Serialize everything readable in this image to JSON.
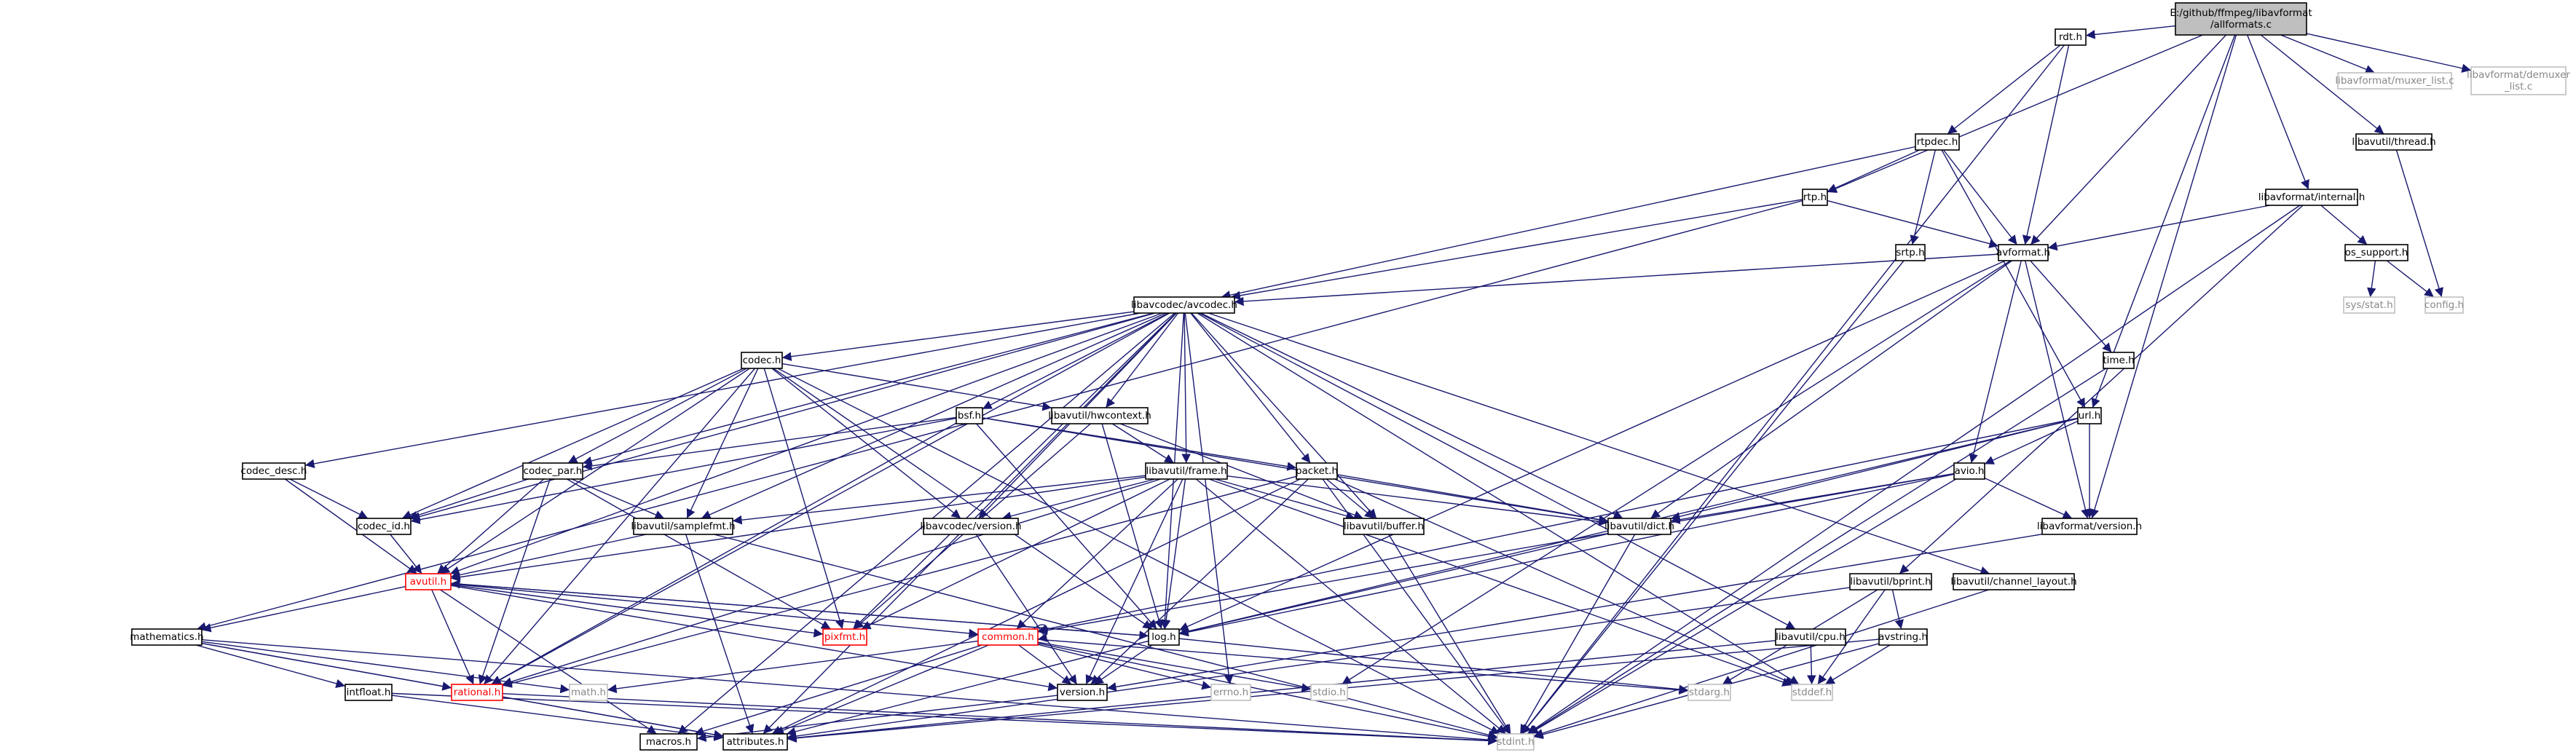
{
  "nodes": [
    {
      "id": "allformats",
      "lines": [
        "E:/github/ffmpeg/libavformat",
        "/allformats.c"
      ],
      "style": "root"
    },
    {
      "id": "rdt",
      "lines": [
        "rdt.h"
      ]
    },
    {
      "id": "muxer_list",
      "lines": [
        "libavformat/muxer_list.c"
      ],
      "style": "gray"
    },
    {
      "id": "demuxer_list",
      "lines": [
        "libavformat/demuxer",
        "_list.c"
      ],
      "style": "gray"
    },
    {
      "id": "rtpdec",
      "lines": [
        "rtpdec.h"
      ]
    },
    {
      "id": "thread",
      "lines": [
        "libavutil/thread.h"
      ]
    },
    {
      "id": "rtp",
      "lines": [
        "rtp.h"
      ]
    },
    {
      "id": "internal",
      "lines": [
        "libavformat/internal.h"
      ]
    },
    {
      "id": "srtp",
      "lines": [
        "srtp.h"
      ]
    },
    {
      "id": "avformat",
      "lines": [
        "avformat.h"
      ]
    },
    {
      "id": "os_support",
      "lines": [
        "os_support.h"
      ]
    },
    {
      "id": "sys_stat",
      "lines": [
        "sys/stat.h"
      ],
      "style": "gray"
    },
    {
      "id": "config",
      "lines": [
        "config.h"
      ],
      "style": "gray"
    },
    {
      "id": "avcodec",
      "lines": [
        "libavcodec/avcodec.h"
      ]
    },
    {
      "id": "time",
      "lines": [
        "time.h"
      ]
    },
    {
      "id": "codec",
      "lines": [
        "codec.h"
      ]
    },
    {
      "id": "url",
      "lines": [
        "url.h"
      ]
    },
    {
      "id": "bsf",
      "lines": [
        "bsf.h"
      ]
    },
    {
      "id": "hwcontext",
      "lines": [
        "libavutil/hwcontext.h"
      ]
    },
    {
      "id": "codec_desc",
      "lines": [
        "codec_desc.h"
      ]
    },
    {
      "id": "codec_par",
      "lines": [
        "codec_par.h"
      ]
    },
    {
      "id": "frame",
      "lines": [
        "libavutil/frame.h"
      ]
    },
    {
      "id": "packet",
      "lines": [
        "packet.h"
      ]
    },
    {
      "id": "avio",
      "lines": [
        "avio.h"
      ]
    },
    {
      "id": "codec_id",
      "lines": [
        "codec_id.h"
      ]
    },
    {
      "id": "samplefmt",
      "lines": [
        "libavutil/samplefmt.h"
      ]
    },
    {
      "id": "avc_version",
      "lines": [
        "libavcodec/version.h"
      ]
    },
    {
      "id": "buffer",
      "lines": [
        "libavutil/buffer.h"
      ]
    },
    {
      "id": "dict",
      "lines": [
        "libavutil/dict.h"
      ]
    },
    {
      "id": "avf_version",
      "lines": [
        "libavformat/version.h"
      ]
    },
    {
      "id": "avutil",
      "lines": [
        "avutil.h"
      ],
      "style": "red"
    },
    {
      "id": "bprint",
      "lines": [
        "libavutil/bprint.h"
      ]
    },
    {
      "id": "channel_layout",
      "lines": [
        "libavutil/channel_layout.h"
      ]
    },
    {
      "id": "mathematics",
      "lines": [
        "mathematics.h"
      ]
    },
    {
      "id": "pixfmt",
      "lines": [
        "pixfmt.h"
      ],
      "style": "red"
    },
    {
      "id": "common",
      "lines": [
        "common.h"
      ],
      "style": "red"
    },
    {
      "id": "log",
      "lines": [
        "log.h"
      ]
    },
    {
      "id": "cpu",
      "lines": [
        "libavutil/cpu.h"
      ]
    },
    {
      "id": "avstring",
      "lines": [
        "avstring.h"
      ]
    },
    {
      "id": "intfloat",
      "lines": [
        "intfloat.h"
      ]
    },
    {
      "id": "rational",
      "lines": [
        "rational.h"
      ],
      "style": "red"
    },
    {
      "id": "math",
      "lines": [
        "math.h"
      ],
      "style": "gray"
    },
    {
      "id": "version",
      "lines": [
        "version.h"
      ]
    },
    {
      "id": "errno",
      "lines": [
        "errno.h"
      ],
      "style": "gray"
    },
    {
      "id": "stdio",
      "lines": [
        "stdio.h"
      ],
      "style": "gray"
    },
    {
      "id": "stdarg",
      "lines": [
        "stdarg.h"
      ],
      "style": "gray"
    },
    {
      "id": "stddef",
      "lines": [
        "stddef.h"
      ],
      "style": "gray"
    },
    {
      "id": "macros",
      "lines": [
        "macros.h"
      ]
    },
    {
      "id": "attributes",
      "lines": [
        "attributes.h"
      ]
    },
    {
      "id": "stdint",
      "lines": [
        "stdint.h"
      ],
      "style": "gray"
    }
  ],
  "edges": [
    [
      "allformats",
      "rdt"
    ],
    [
      "allformats",
      "muxer_list"
    ],
    [
      "allformats",
      "demuxer_list"
    ],
    [
      "allformats",
      "rtp"
    ],
    [
      "allformats",
      "avformat"
    ],
    [
      "allformats",
      "thread"
    ],
    [
      "allformats",
      "internal"
    ],
    [
      "allformats",
      "url"
    ],
    [
      "allformats",
      "avf_version"
    ],
    [
      "rdt",
      "rtpdec"
    ],
    [
      "rdt",
      "avformat"
    ],
    [
      "rdt",
      "stdint"
    ],
    [
      "rtpdec",
      "rtp"
    ],
    [
      "rtpdec",
      "srtp"
    ],
    [
      "rtpdec",
      "avformat"
    ],
    [
      "rtpdec",
      "avcodec"
    ],
    [
      "rtpdec",
      "url"
    ],
    [
      "thread",
      "config"
    ],
    [
      "rtp",
      "avformat"
    ],
    [
      "rtp",
      "avcodec"
    ],
    [
      "rtp",
      "mathematics"
    ],
    [
      "internal",
      "avformat"
    ],
    [
      "internal",
      "os_support"
    ],
    [
      "internal",
      "bprint"
    ],
    [
      "internal",
      "stdint"
    ],
    [
      "os_support",
      "sys_stat"
    ],
    [
      "os_support",
      "config"
    ],
    [
      "srtp",
      "stdint"
    ],
    [
      "avformat",
      "avcodec"
    ],
    [
      "avformat",
      "time"
    ],
    [
      "avformat",
      "avio"
    ],
    [
      "avformat",
      "dict"
    ],
    [
      "avformat",
      "log"
    ],
    [
      "avformat",
      "avf_version"
    ],
    [
      "avformat",
      "stdio"
    ],
    [
      "time",
      "stdint"
    ],
    [
      "avcodec",
      "codec"
    ],
    [
      "avcodec",
      "codec_desc"
    ],
    [
      "avcodec",
      "codec_par"
    ],
    [
      "avcodec",
      "codec_id"
    ],
    [
      "avcodec",
      "bsf"
    ],
    [
      "avcodec",
      "hwcontext"
    ],
    [
      "avcodec",
      "frame"
    ],
    [
      "avcodec",
      "packet"
    ],
    [
      "avcodec",
      "samplefmt"
    ],
    [
      "avcodec",
      "avc_version"
    ],
    [
      "avcodec",
      "buffer"
    ],
    [
      "avcodec",
      "dict"
    ],
    [
      "avcodec",
      "avutil"
    ],
    [
      "avcodec",
      "rational"
    ],
    [
      "avcodec",
      "log"
    ],
    [
      "avcodec",
      "pixfmt"
    ],
    [
      "avcodec",
      "cpu"
    ],
    [
      "avcodec",
      "channel_layout"
    ],
    [
      "avcodec",
      "attributes"
    ],
    [
      "avcodec",
      "macros"
    ],
    [
      "avcodec",
      "stddef"
    ],
    [
      "avcodec",
      "errno"
    ],
    [
      "codec",
      "codec_id"
    ],
    [
      "codec",
      "codec_par"
    ],
    [
      "codec",
      "samplefmt"
    ],
    [
      "codec",
      "avc_version"
    ],
    [
      "codec",
      "hwcontext"
    ],
    [
      "codec",
      "avutil"
    ],
    [
      "codec",
      "log"
    ],
    [
      "codec",
      "rational"
    ],
    [
      "codec",
      "pixfmt"
    ],
    [
      "codec",
      "stdint"
    ],
    [
      "url",
      "avio"
    ],
    [
      "url",
      "dict"
    ],
    [
      "url",
      "avf_version"
    ],
    [
      "url",
      "log"
    ],
    [
      "url",
      "common"
    ],
    [
      "bsf",
      "codec_id"
    ],
    [
      "bsf",
      "codec_par"
    ],
    [
      "bsf",
      "packet"
    ],
    [
      "bsf",
      "dict"
    ],
    [
      "bsf",
      "log"
    ],
    [
      "bsf",
      "rational"
    ],
    [
      "hwcontext",
      "buffer"
    ],
    [
      "hwcontext",
      "frame"
    ],
    [
      "hwcontext",
      "log"
    ],
    [
      "hwcontext",
      "pixfmt"
    ],
    [
      "codec_desc",
      "codec_id"
    ],
    [
      "codec_desc",
      "avutil"
    ],
    [
      "codec_par",
      "codec_id"
    ],
    [
      "codec_par",
      "avutil"
    ],
    [
      "codec_par",
      "pixfmt"
    ],
    [
      "codec_par",
      "rational"
    ],
    [
      "codec_par",
      "samplefmt"
    ],
    [
      "frame",
      "samplefmt"
    ],
    [
      "frame",
      "avc_version"
    ],
    [
      "frame",
      "buffer"
    ],
    [
      "frame",
      "dict"
    ],
    [
      "frame",
      "avutil"
    ],
    [
      "frame",
      "common"
    ],
    [
      "frame",
      "pixfmt"
    ],
    [
      "frame",
      "rational"
    ],
    [
      "frame",
      "version"
    ],
    [
      "frame",
      "log"
    ],
    [
      "frame",
      "stdint"
    ],
    [
      "frame",
      "stddef"
    ],
    [
      "packet",
      "buffer"
    ],
    [
      "packet",
      "dict"
    ],
    [
      "packet",
      "attributes"
    ],
    [
      "packet",
      "rational"
    ],
    [
      "packet",
      "version"
    ],
    [
      "packet",
      "stddef"
    ],
    [
      "packet",
      "stdint"
    ],
    [
      "avio",
      "dict"
    ],
    [
      "avio",
      "log"
    ],
    [
      "avio",
      "avf_version"
    ],
    [
      "avio",
      "common"
    ],
    [
      "avio",
      "stdint"
    ],
    [
      "codec_id",
      "avutil"
    ],
    [
      "samplefmt",
      "avutil"
    ],
    [
      "samplefmt",
      "attributes"
    ],
    [
      "samplefmt",
      "stdint"
    ],
    [
      "avc_version",
      "version"
    ],
    [
      "buffer",
      "stdint"
    ],
    [
      "dict",
      "log"
    ],
    [
      "dict",
      "stdint"
    ],
    [
      "avf_version",
      "version"
    ],
    [
      "avutil",
      "common"
    ],
    [
      "avutil",
      "rational"
    ],
    [
      "avutil",
      "version"
    ],
    [
      "avutil",
      "macros"
    ],
    [
      "avutil",
      "mathematics"
    ],
    [
      "avutil",
      "log"
    ],
    [
      "avutil",
      "pixfmt"
    ],
    [
      "bprint",
      "attributes"
    ],
    [
      "bprint",
      "avstring"
    ],
    [
      "bprint",
      "stdarg"
    ],
    [
      "bprint",
      "stddef"
    ],
    [
      "channel_layout",
      "stdint"
    ],
    [
      "mathematics",
      "rational"
    ],
    [
      "mathematics",
      "intfloat"
    ],
    [
      "mathematics",
      "math"
    ],
    [
      "mathematics",
      "attributes"
    ],
    [
      "mathematics",
      "stdint"
    ],
    [
      "common",
      "common"
    ],
    [
      "common",
      "version"
    ],
    [
      "common",
      "attributes"
    ],
    [
      "common",
      "macros"
    ],
    [
      "common",
      "errno"
    ],
    [
      "common",
      "math"
    ],
    [
      "common",
      "stdio"
    ],
    [
      "common",
      "stdint"
    ],
    [
      "common",
      "stdarg"
    ],
    [
      "log",
      "version"
    ],
    [
      "log",
      "attributes"
    ],
    [
      "log",
      "avutil"
    ],
    [
      "log",
      "stdarg"
    ],
    [
      "cpu",
      "attributes"
    ],
    [
      "cpu",
      "stddef"
    ],
    [
      "avstring",
      "attributes"
    ],
    [
      "avstring",
      "stddef"
    ],
    [
      "avstring",
      "stdint"
    ],
    [
      "intfloat",
      "attributes"
    ],
    [
      "intfloat",
      "stdint"
    ],
    [
      "rational",
      "attributes"
    ],
    [
      "rational",
      "stdint"
    ],
    [
      "version",
      "macros"
    ]
  ]
}
